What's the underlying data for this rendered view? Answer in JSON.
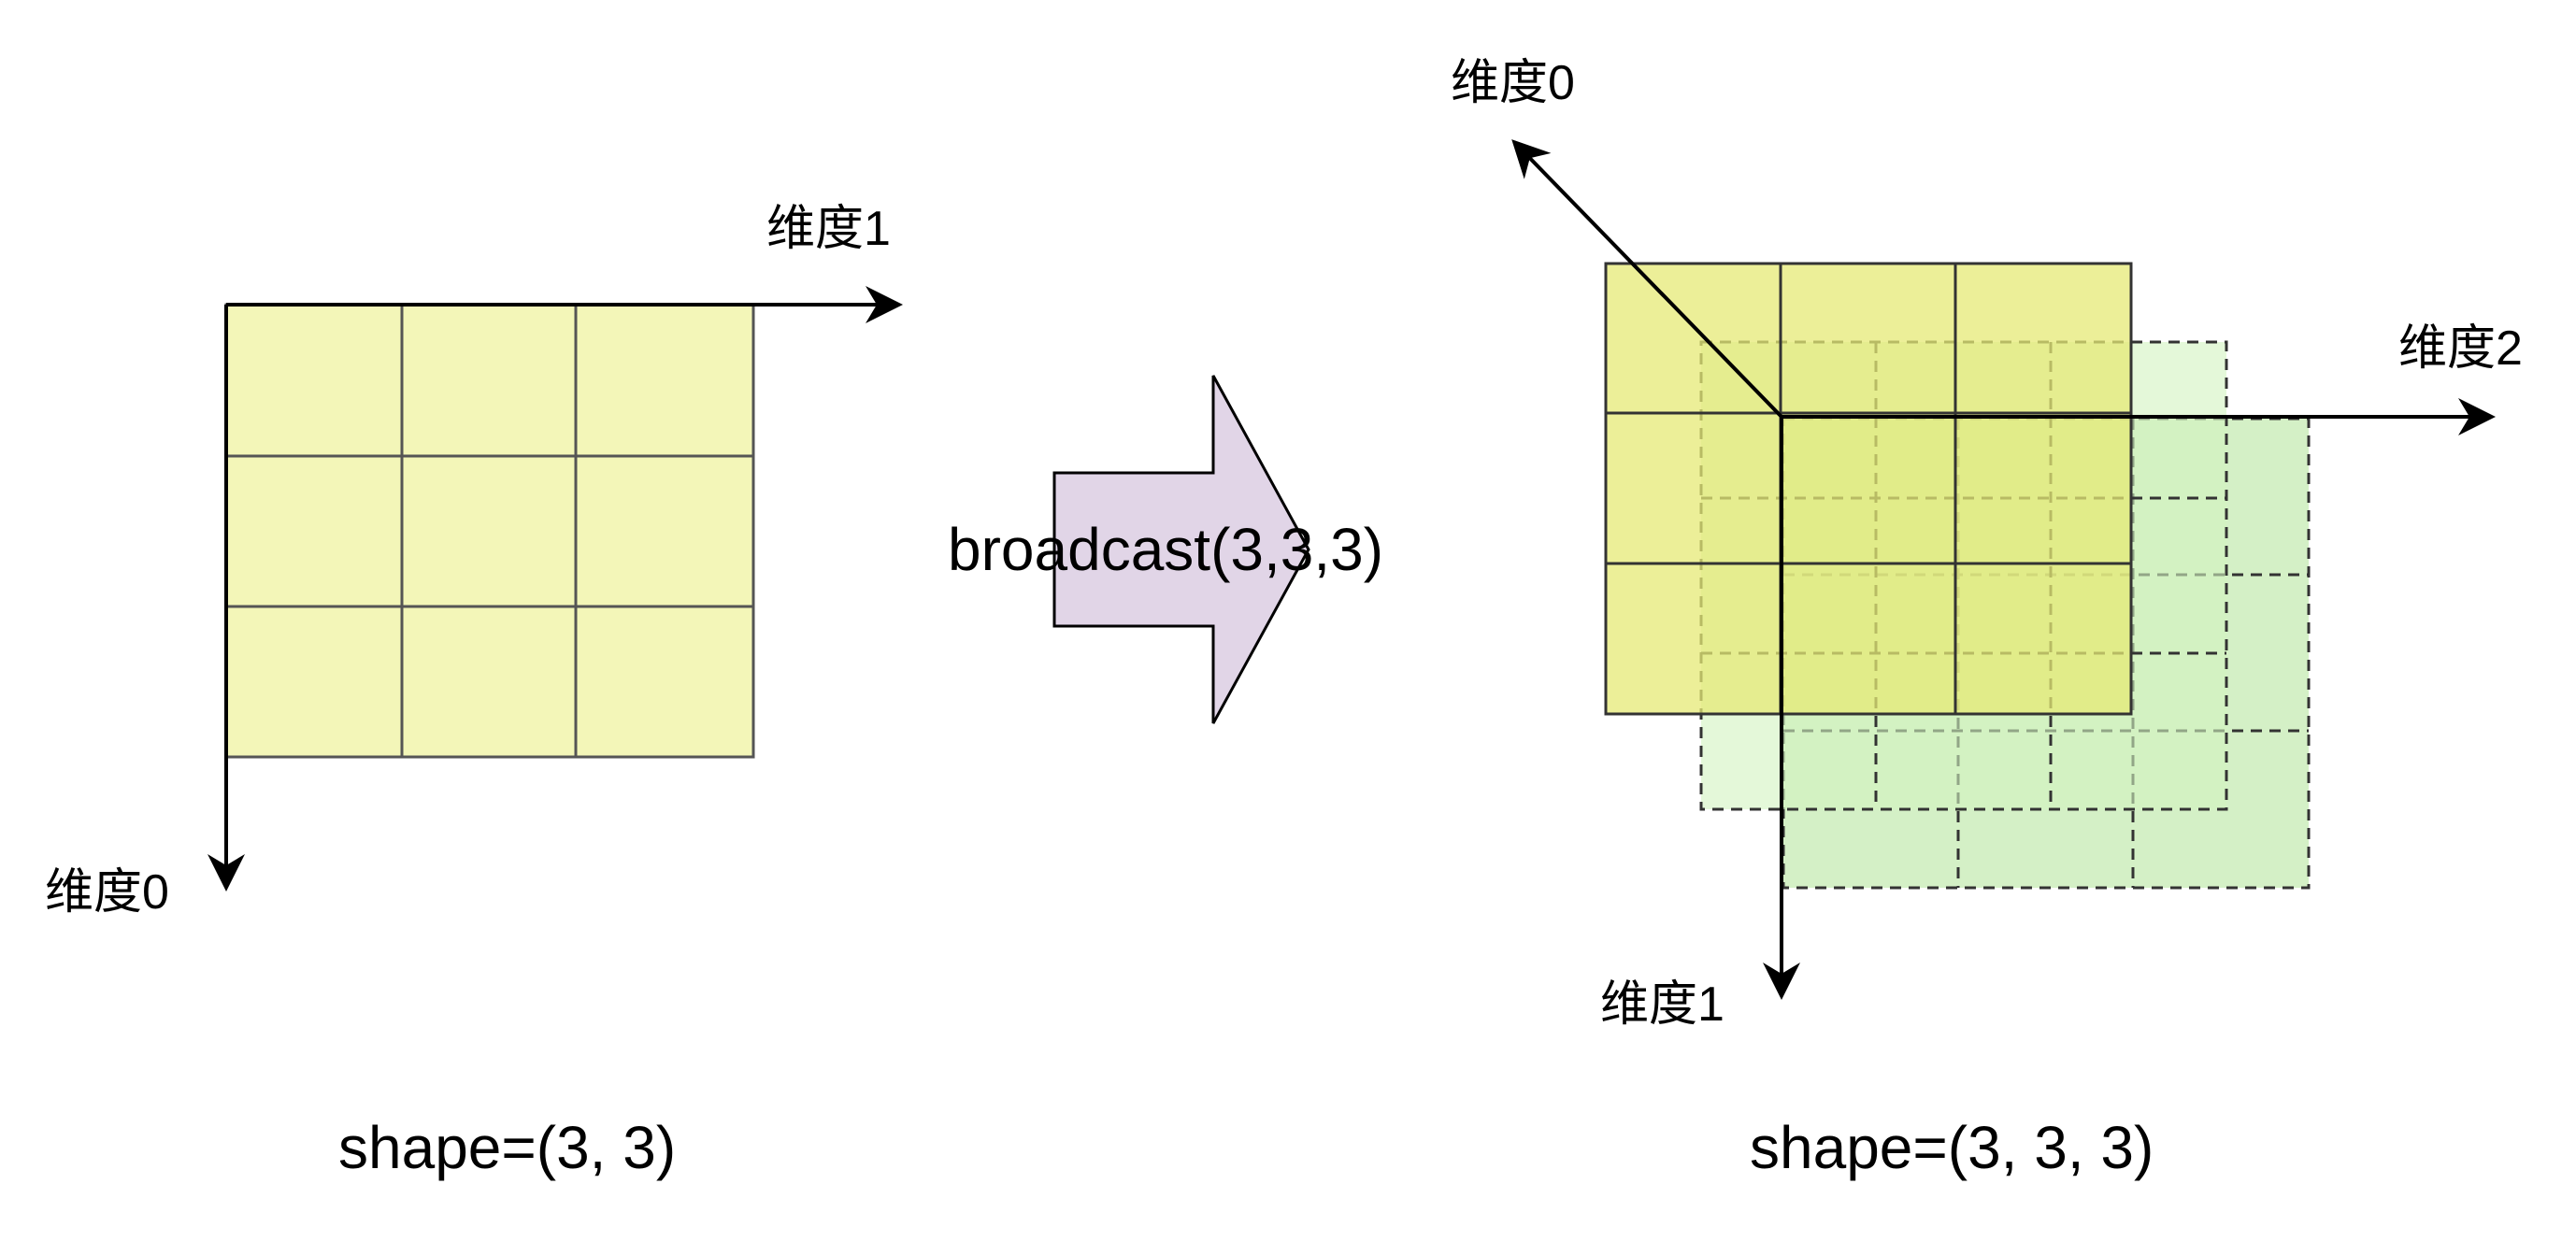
{
  "left": {
    "axis_right_label": "维度1",
    "axis_down_label": "维度0",
    "caption": "shape=(3, 3)",
    "grid_rows": 3,
    "grid_cols": 3
  },
  "middle": {
    "arrow_label": "broadcast(3,3,3)"
  },
  "right": {
    "axis_diag_label": "维度0",
    "axis_right_label": "维度2",
    "axis_down_label": "维度1",
    "caption": "shape=(3, 3, 3)",
    "layers": 3,
    "grid_rows": 3,
    "grid_cols": 3
  },
  "colors": {
    "left_cell_fill": "#f3f6b8",
    "front_layer_fill": "#e6ea75",
    "middle_layer_fill": "#d2f0a0",
    "back_layer_fill": "#b8e6a0",
    "arrow_fill": "#e1d5e7",
    "stroke": "#000000"
  }
}
